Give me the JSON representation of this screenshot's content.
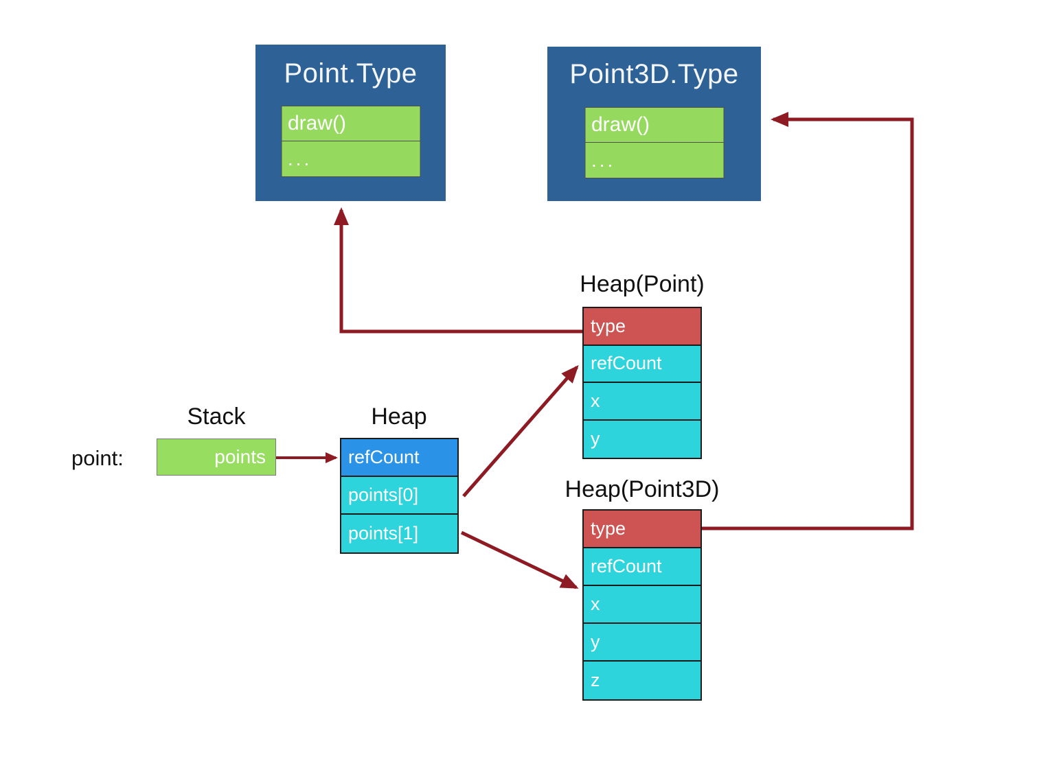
{
  "point_type": {
    "title": "Point.Type",
    "rows": [
      "draw()",
      "..."
    ]
  },
  "point3d_type": {
    "title": "Point3D.Type",
    "rows": [
      "draw()",
      "..."
    ]
  },
  "heap_point": {
    "label": "Heap(Point)",
    "rows": [
      "type",
      "refCount",
      "x",
      "y"
    ]
  },
  "heap_point3d": {
    "label": "Heap(Point3D)",
    "rows": [
      "type",
      "refCount",
      "x",
      "y",
      "z"
    ]
  },
  "stack": {
    "label": "Stack",
    "pointer_label": "point:",
    "cell": "points"
  },
  "heap": {
    "label": "Heap",
    "rows": [
      "refCount",
      "points[0]",
      "points[1]"
    ]
  },
  "colors": {
    "type_box_blue": "#2e6296",
    "green": "#97dd60",
    "cyan": "#2ed4dc",
    "red": "#cd5452",
    "ref_blue": "#2a93e8",
    "arrow_dark_red": "#8e1b23",
    "label_black": "#111111",
    "row_text_white": "#ffffff"
  }
}
